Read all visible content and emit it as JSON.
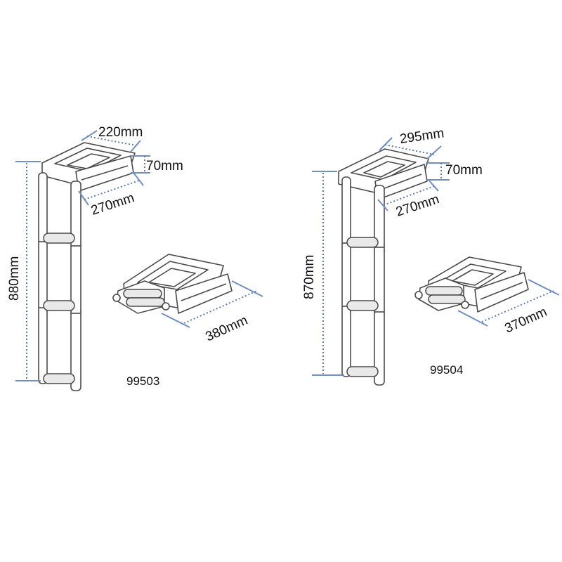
{
  "colors": {
    "dimension_line": "#6f8fc4",
    "outline": "#4a4a4a",
    "background": "#ffffff"
  },
  "left_product": {
    "code": "99503",
    "dims": {
      "width_top": "220mm",
      "height_bracket": "70mm",
      "depth": "270mm",
      "length": "880mm",
      "folded_length": "380mm"
    }
  },
  "right_product": {
    "code": "99504",
    "dims": {
      "width_top": "295mm",
      "height_bracket": "70mm",
      "depth": "270mm",
      "length": "870mm",
      "folded_length": "370mm"
    }
  }
}
